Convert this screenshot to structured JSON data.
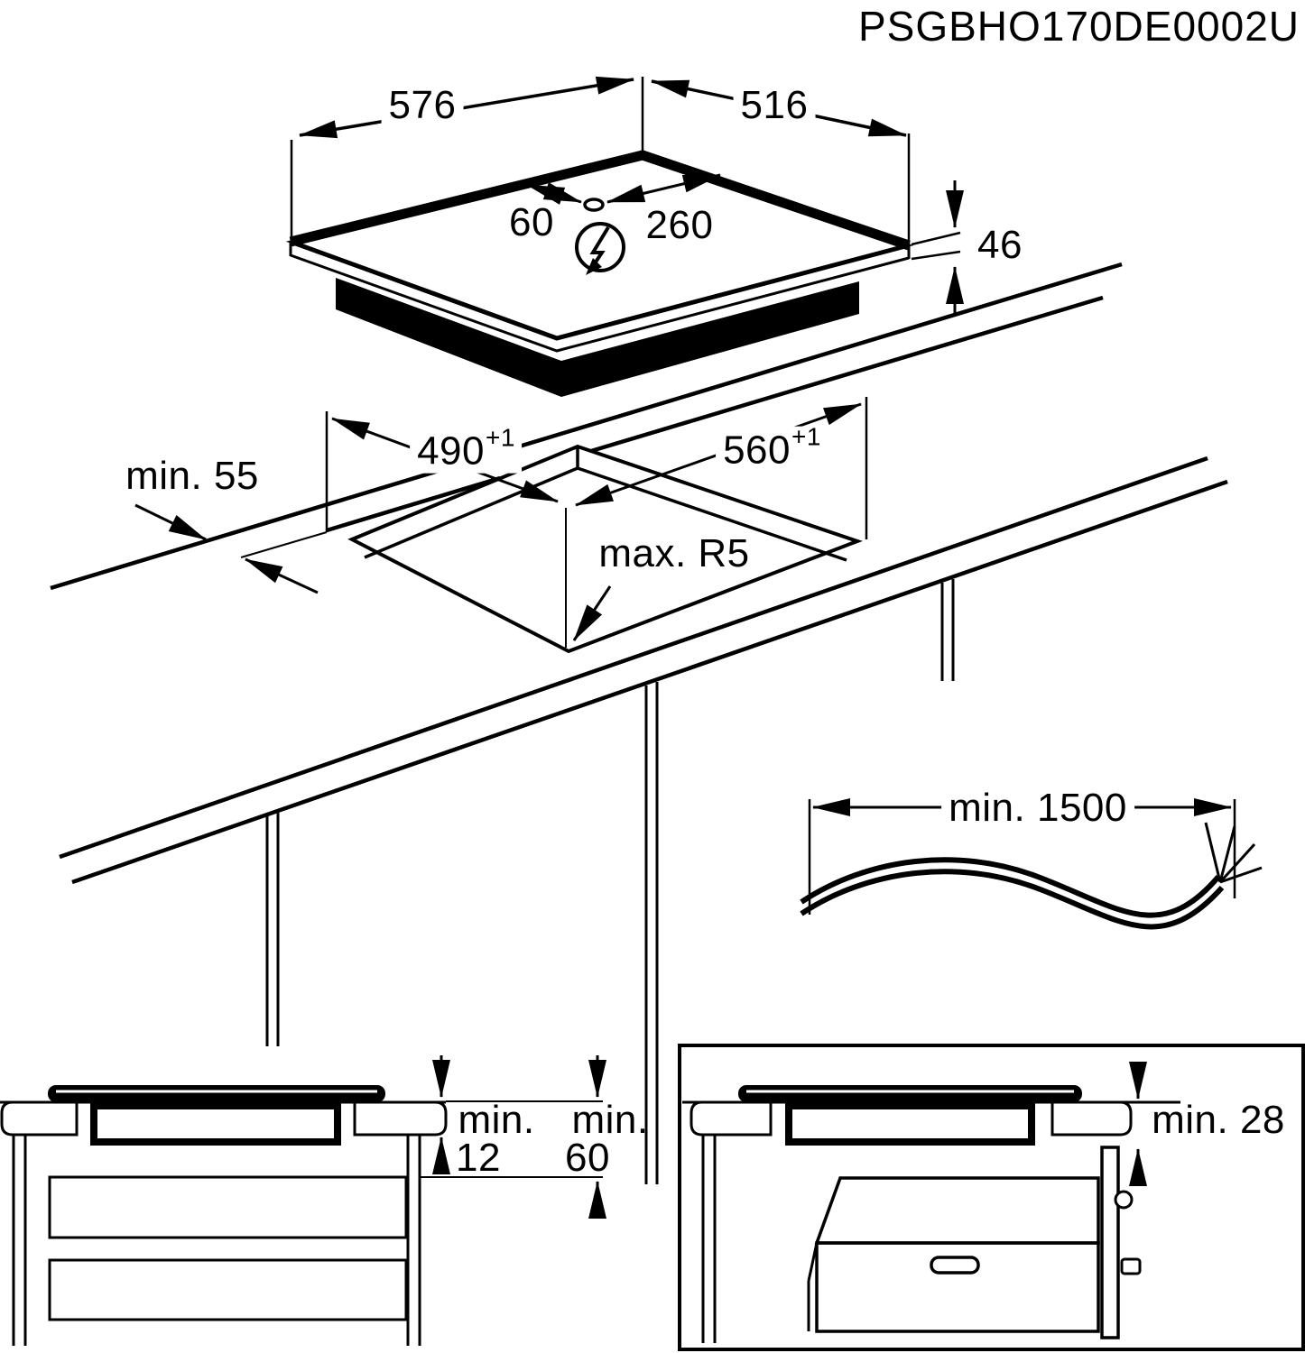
{
  "title": "PSGBHO170DE0002U",
  "colors": {
    "ink": "#000000",
    "paper": "#ffffff"
  },
  "hob": {
    "width": "576",
    "depth": "516",
    "cable_left": "60",
    "cable_right": "260",
    "height": "46"
  },
  "cutout": {
    "edge_distance": "min. 55",
    "depth": "490",
    "depth_tol": "+1",
    "width": "560",
    "width_tol": "+1",
    "radius": "max. R5"
  },
  "cable": {
    "length": "min. 1500"
  },
  "clearances": {
    "drawer_min_label": "min.",
    "drawer_min_value": "12",
    "oven_min_label": "min.",
    "oven_min_value": "60",
    "warmer_min": "min. 28"
  }
}
